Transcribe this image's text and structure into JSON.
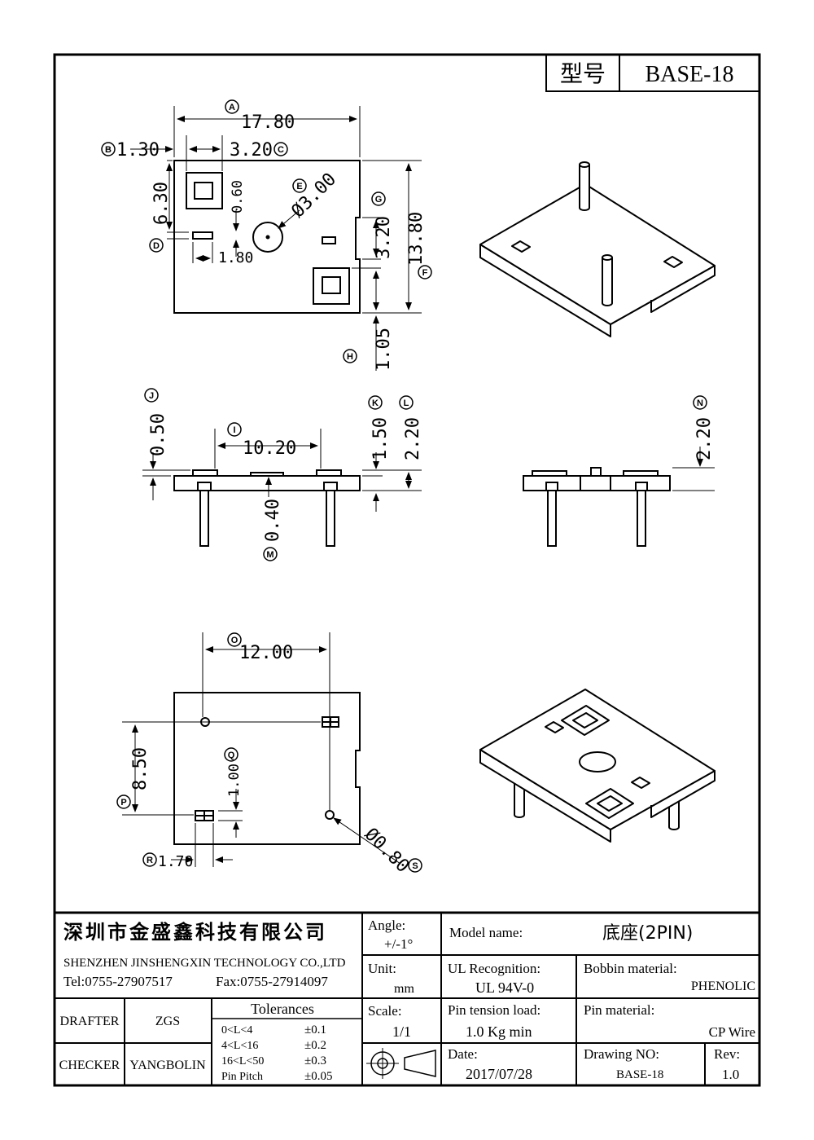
{
  "title_block": {
    "model_label": "型号",
    "model_value": "BASE-18"
  },
  "dimensions": {
    "A": "17.80",
    "B": "1.30",
    "C": "3.20",
    "D": "6.30",
    "D_small": "0.60",
    "D_width": "1.80",
    "E": "Ø3.00",
    "G": "3.20",
    "F": "13.80",
    "H": "1.05",
    "J": "0.50",
    "I": "10.20",
    "K": "1.50",
    "L": "2.20",
    "M": "0.40",
    "N": "2.20",
    "O": "12.00",
    "P": "8.50",
    "Q": "1.00",
    "R": "1.70",
    "S": "Ø0.80"
  },
  "markers": {
    "A": "A",
    "B": "B",
    "C": "C",
    "D": "D",
    "E": "E",
    "F": "F",
    "G": "G",
    "H": "H",
    "I": "I",
    "J": "J",
    "K": "K",
    "L": "L",
    "M": "M",
    "N": "N",
    "O": "O",
    "P": "P",
    "Q": "Q",
    "R": "R",
    "S": "S"
  },
  "info": {
    "company_cn": "深圳市金盛鑫科技有限公司",
    "company_en": "SHENZHEN JINSHENGXIN TECHNOLOGY CO.,LTD",
    "tel": "Tel:0755-27907517",
    "fax": "Fax:0755-27914097",
    "angle_label": "Angle:",
    "angle_value": "+/-1°",
    "unit_label": "Unit:",
    "unit_value": "mm",
    "scale_label": "Scale:",
    "scale_value": "1/1",
    "model_name_label": "Model name:",
    "model_name_value": "底座(2PIN)",
    "ul_label": "UL Recognition:",
    "ul_value": "UL 94V-0",
    "bobbin_label": "Bobbin material:",
    "bobbin_value": "PHENOLIC",
    "pin_tension_label": "Pin tension load:",
    "pin_tension_value": "1.0 Kg min",
    "pin_material_label": "Pin material:",
    "pin_material_value": "CP Wire",
    "drafter_label": "DRAFTER",
    "drafter_value": "ZGS",
    "checker_label": "CHECKER",
    "checker_value": "YANGBOLIN",
    "tolerances_label": "Tolerances",
    "tolerances": [
      {
        "range": "0<L<4",
        "value": "±0.1"
      },
      {
        "range": "4<L<16",
        "value": "±0.2"
      },
      {
        "range": "16<L<50",
        "value": "±0.3"
      },
      {
        "range": "Pin Pitch",
        "value": "±0.05"
      }
    ],
    "date_label": "Date:",
    "date_value": "2017/07/28",
    "drawing_no_label": "Drawing NO:",
    "drawing_no_value": "BASE-18",
    "rev_label": "Rev:",
    "rev_value": "1.0"
  }
}
